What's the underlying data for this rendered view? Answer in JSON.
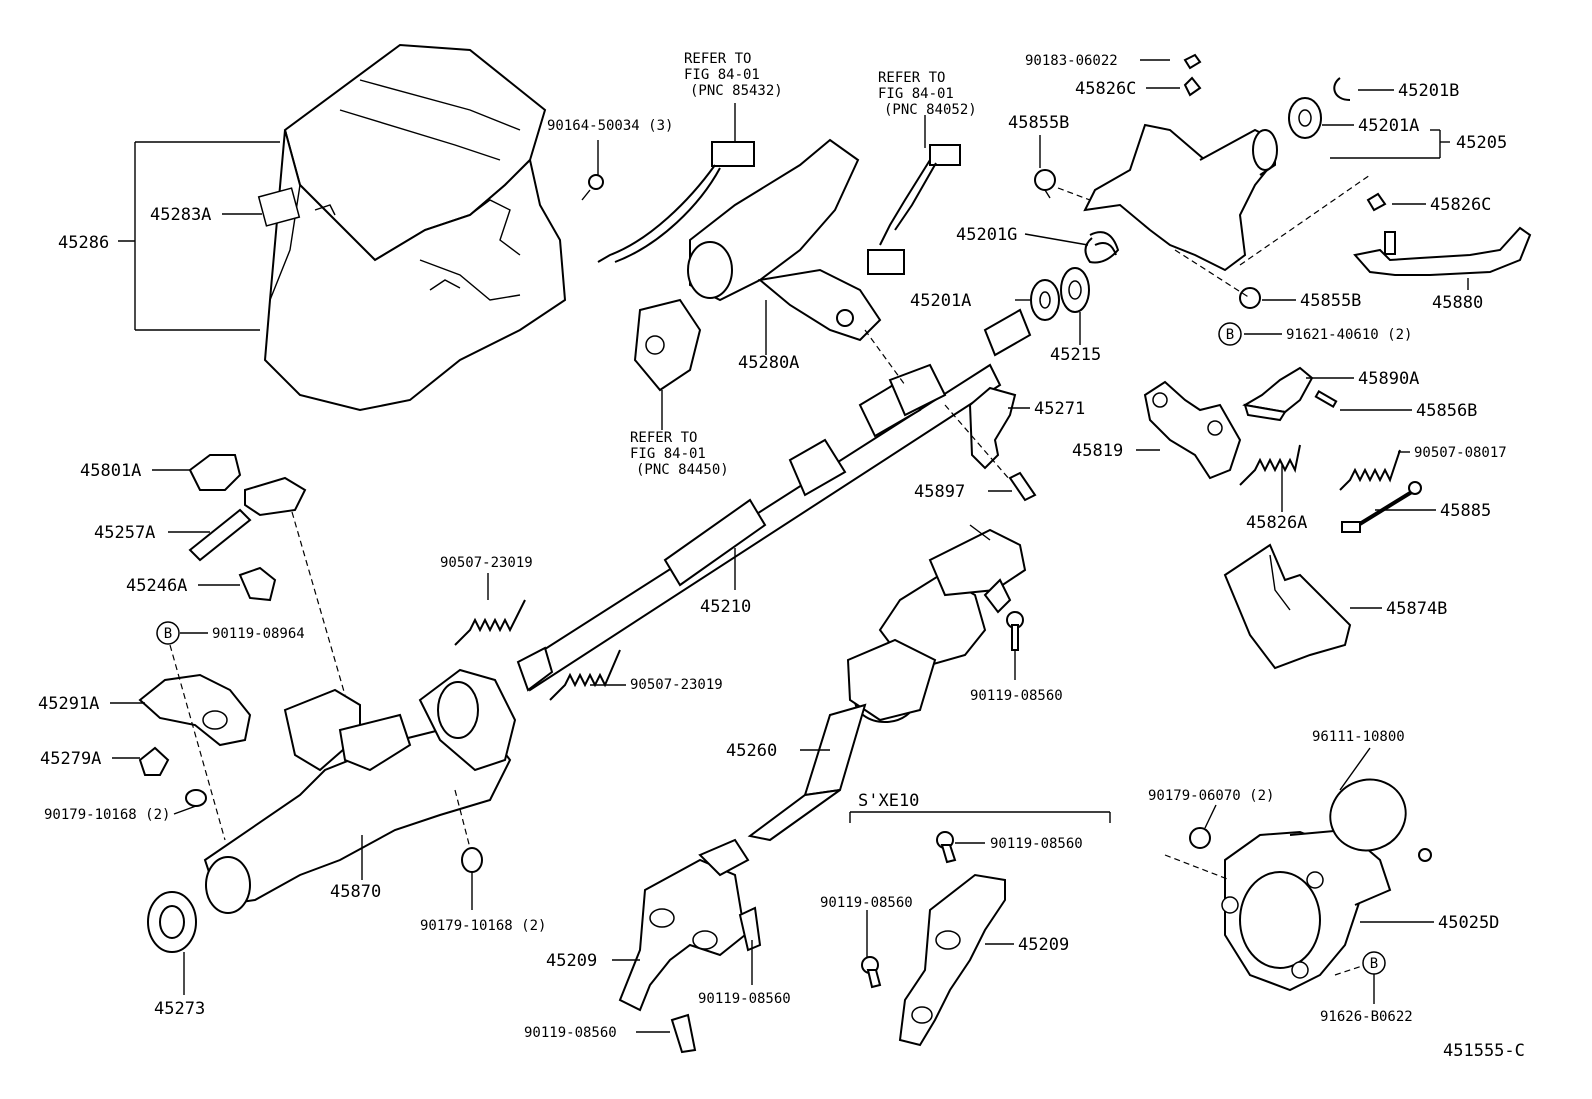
{
  "diagram_code": "451555-C",
  "ref_key": "B",
  "refer_notes": [
    {
      "id": "refer-85432",
      "lines": [
        "REFER TO",
        "FIG 84-01",
        "(PNC 85432)"
      ]
    },
    {
      "id": "refer-84052",
      "lines": [
        "REFER TO",
        "FIG 84-01",
        "(PNC 84052)"
      ]
    },
    {
      "id": "refer-84450",
      "lines": [
        "REFER TO",
        "FIG 84-01",
        "(PNC 84450)"
      ]
    }
  ],
  "variant_label": "S'XE10",
  "labels": [
    "45286",
    "45283A",
    "90164-50034 (3)",
    "45280A",
    "90183-06022",
    "45826C",
    "45201B",
    "45855B",
    "45201A",
    "45205",
    "45826C",
    "45201G",
    "45201A",
    "45855B",
    "45880",
    "91621-40610 (2)",
    "45215",
    "45890A",
    "45856B",
    "45271",
    "45819",
    "90507-08017",
    "45897",
    "45826A",
    "45885",
    "45874B",
    "45801A",
    "45257A",
    "45246A",
    "90119-08964",
    "45291A",
    "45279A",
    "90179-10168 (2)",
    "45870",
    "45273",
    "90507-23019",
    "90507-23019",
    "45210",
    "90119-08560",
    "45260",
    "90179-10168 (2)",
    "45209",
    "90119-08560",
    "90119-08560",
    "90119-08560",
    "90119-08560",
    "45209",
    "96111-10800",
    "90179-06070 (2)",
    "45025D",
    "91626-B0622"
  ]
}
